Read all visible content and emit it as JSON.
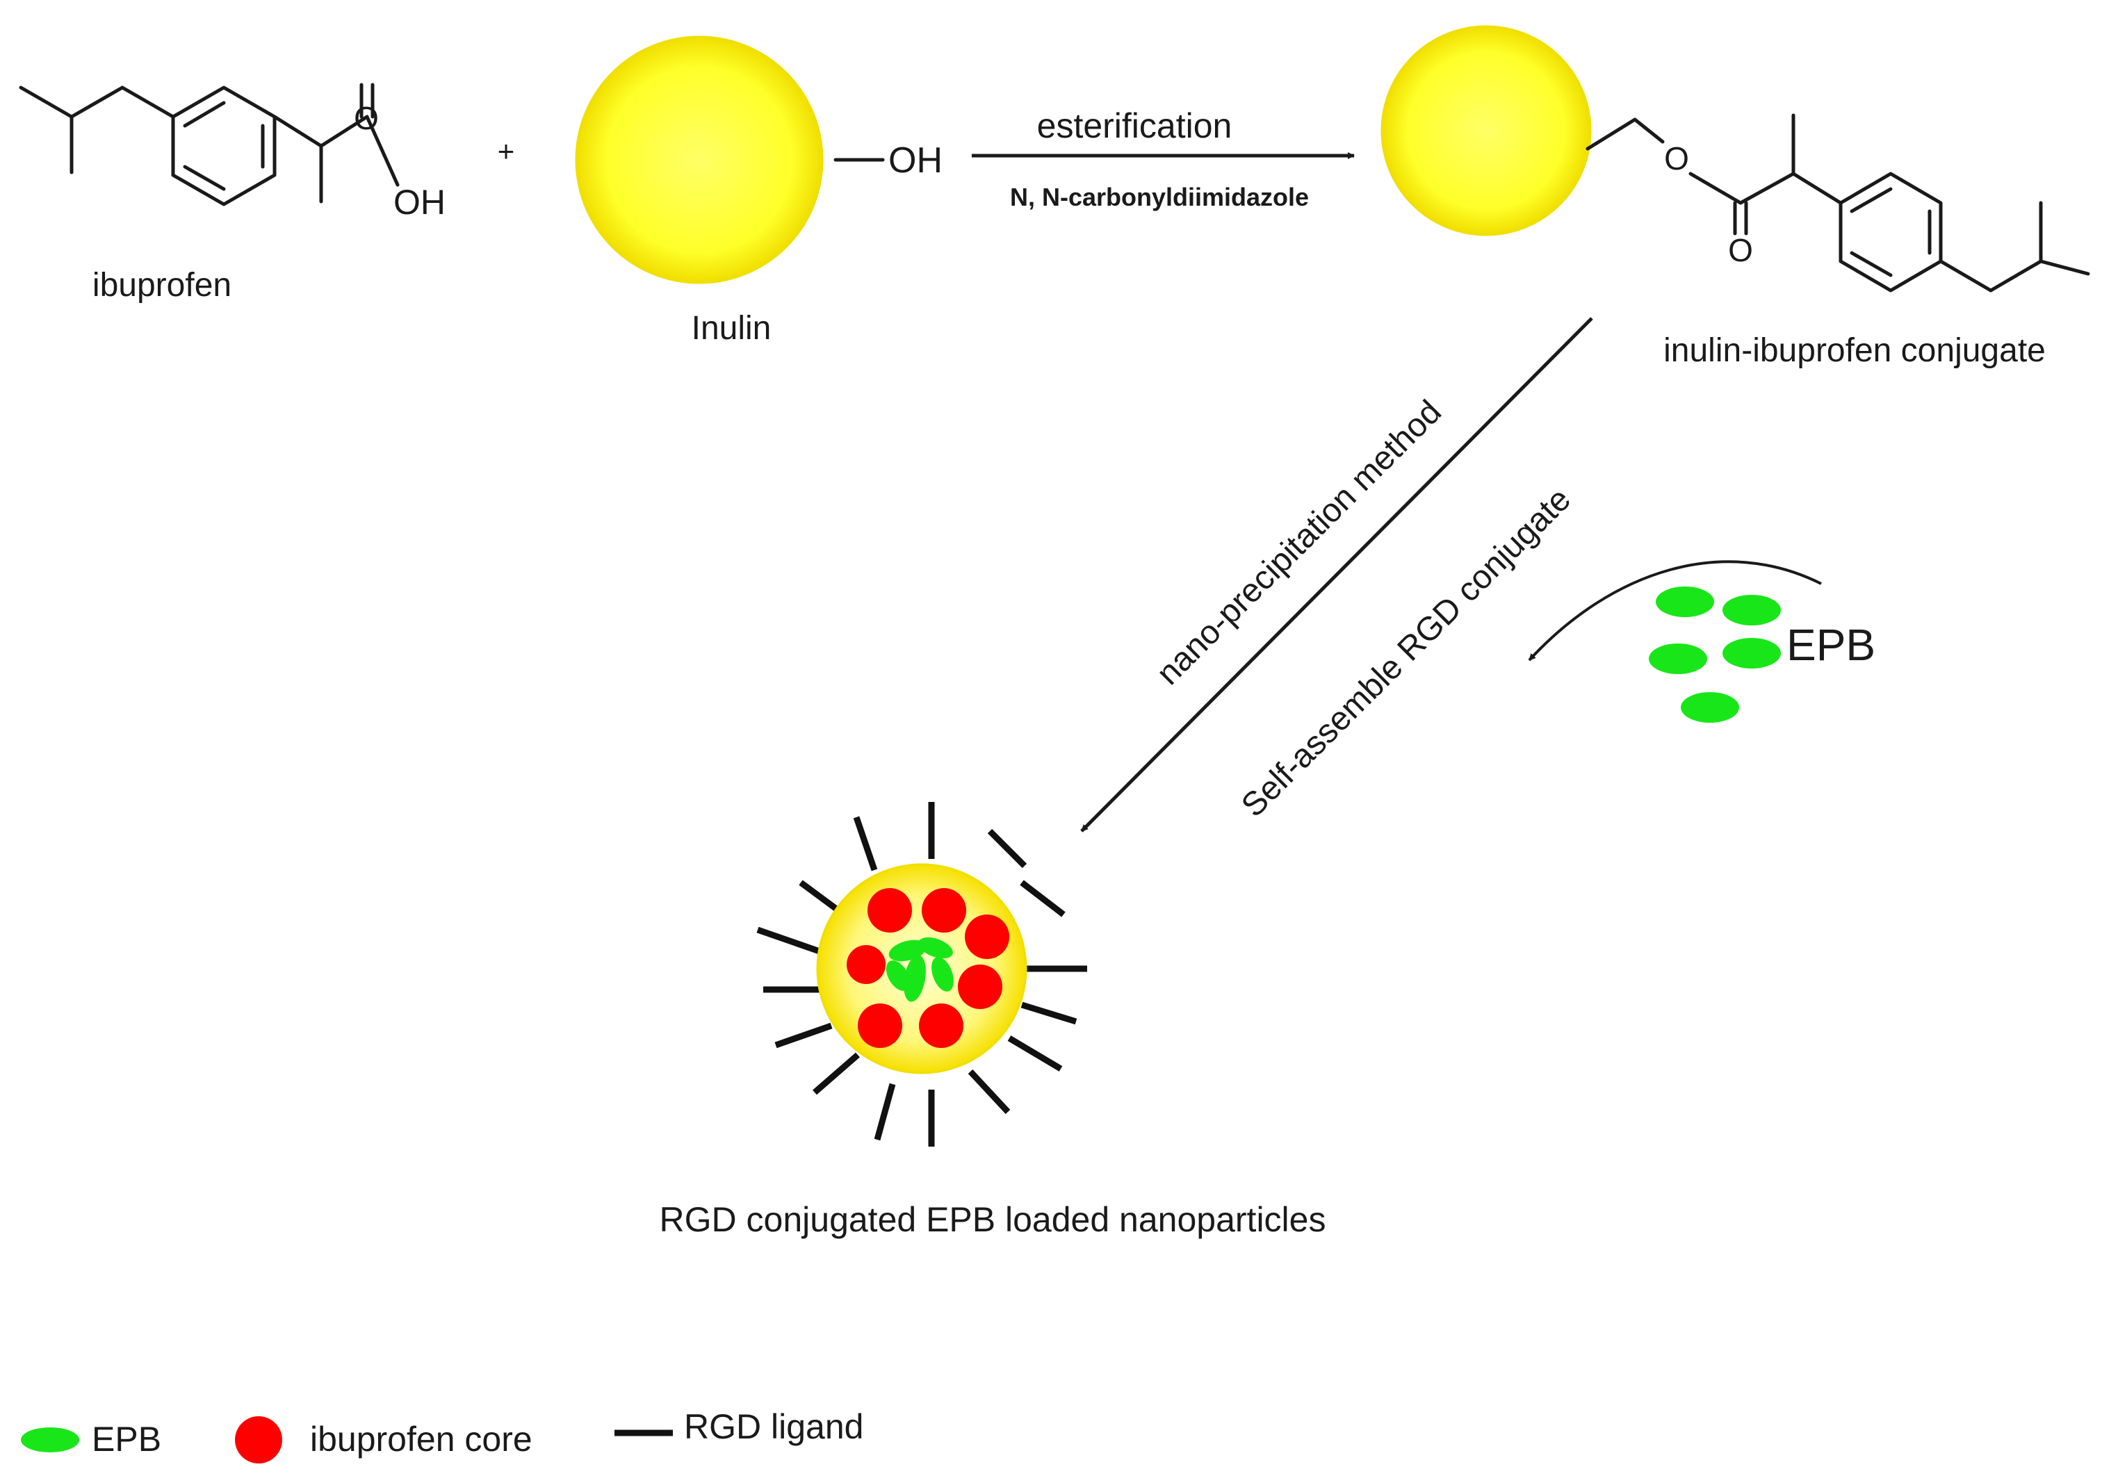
{
  "labels": {
    "ibuprofen": "ibuprofen",
    "inulin": "Inulin",
    "oh_group": "OH",
    "oh_acid": "OH",
    "carbonyl_o_1": "O",
    "ester_o": "O",
    "carbonyl_o_2": "O",
    "plus_sign": "+",
    "reaction_condition": "esterification",
    "reagent": "N, N-carbonyldiimidazole",
    "conjugate": "inulin-ibuprofen conjugate",
    "nano_method": "nano-precipitation method",
    "self_assemble": "Self-assemble RGD conjugate",
    "epb_cluster": "EPB",
    "product": "RGD conjugated EPB loaded nanoparticles"
  },
  "legend": [
    {
      "key": "epb",
      "label": "EPB",
      "icon": "green-ellipse-icon"
    },
    {
      "key": "core",
      "label": "ibuprofen core",
      "icon": "red-circle-icon"
    },
    {
      "key": "rgd",
      "label": "RGD ligand",
      "icon": "black-bar-icon"
    }
  ],
  "colors": {
    "inulin_yellow": "#ffff33",
    "inulin_edge": "#f2e600",
    "ibuprofen_red": "#ff0000",
    "epb_green": "#19e619",
    "ligand_black": "#111111"
  }
}
